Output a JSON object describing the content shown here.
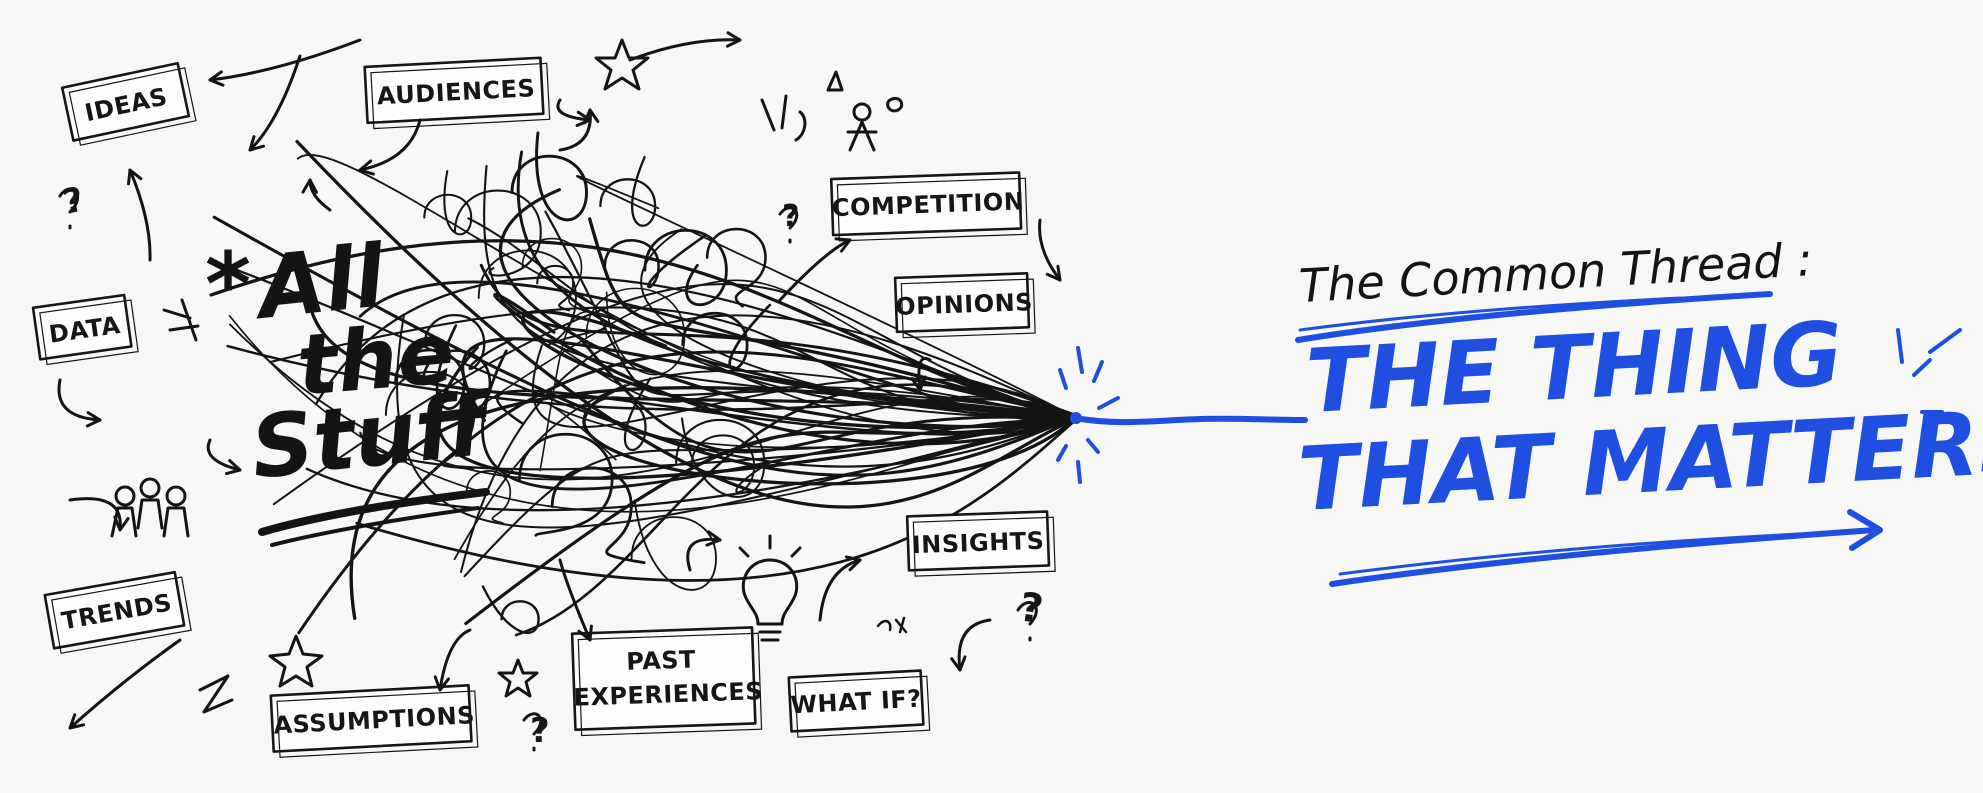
{
  "headline": {
    "title": "All the Stuff",
    "lines": [
      "All",
      "the",
      "Stuff"
    ],
    "asterisk": "*"
  },
  "labels": {
    "ideas": "IDEAS",
    "audiences": "AUDIENCES",
    "competition": "COMPETITION",
    "opinions": "OPINIONS",
    "data": "DATA",
    "trends": "TRENDS",
    "assumptions": "ASSUMPTIONS",
    "past_experiences": [
      "PAST",
      "EXPERIENCES"
    ],
    "what_if": "WHAT IF?",
    "insights": "INSIGHTS"
  },
  "common_thread": {
    "heading": "The Common Thread :",
    "emphasis_lines": [
      "THE THING",
      "THAT MATTERS."
    ]
  },
  "symbols": {
    "question_mark": "?"
  },
  "colors": {
    "ink": "#141414",
    "accent_blue": "#1f4fe0",
    "background": "#f7f7f5"
  },
  "icons": [
    "star-icon",
    "lightbulb-icon",
    "people-group-icon",
    "arrow-icon",
    "person-icon"
  ]
}
